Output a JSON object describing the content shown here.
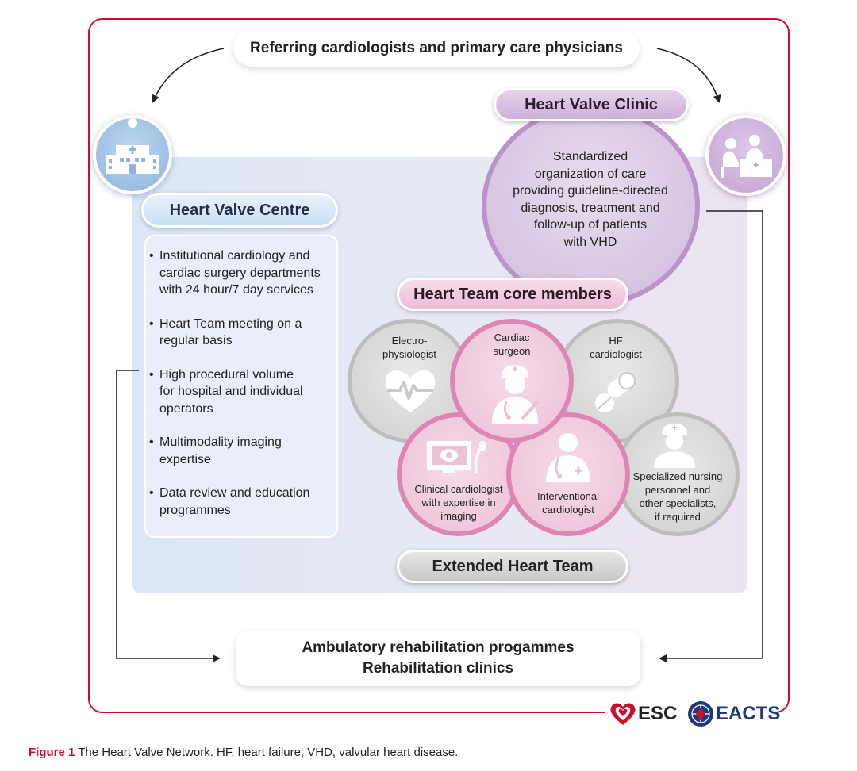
{
  "top_box": {
    "label": "Referring cardiologists and primary care physicians"
  },
  "heart_valve_clinic": {
    "title": "Heart Valve Clinic",
    "description_lines": [
      "Standardized",
      "organization of care",
      "providing guideline-directed",
      "diagnosis, treatment and",
      "follow-up of patients",
      "with VHD"
    ]
  },
  "heart_valve_centre": {
    "title": "Heart Valve Centre",
    "items": [
      {
        "lines": [
          "Institutional cardiology and",
          "cardiac surgery departments",
          "with 24 hour/7 day services"
        ]
      },
      {
        "lines": [
          "Heart Team meeting on a",
          "regular basis"
        ]
      },
      {
        "lines": [
          "High procedural volume",
          "for hospital and individual",
          "operators"
        ]
      },
      {
        "lines": [
          "Multimodality imaging",
          "expertise"
        ]
      },
      {
        "lines": [
          "Data review and education",
          "programmes"
        ]
      }
    ]
  },
  "heart_team": {
    "title": "Heart Team core members",
    "members": [
      {
        "lines": [
          "Electro-",
          "physiologist"
        ]
      },
      {
        "lines": [
          "Cardiac",
          "surgeon"
        ]
      },
      {
        "lines": [
          "HF",
          "cardiologist"
        ]
      },
      {
        "lines": [
          "Clinical cardiologist",
          "with expertise in",
          "imaging"
        ]
      },
      {
        "lines": [
          "Interventional",
          "cardiologist"
        ]
      },
      {
        "lines": [
          "Specialized nursing",
          "personnel and",
          "other specialists,",
          "if required"
        ]
      }
    ]
  },
  "extended_team": {
    "label": "Extended Heart Team"
  },
  "bottom_box": {
    "line1": "Ambulatory rehabilitation progammes",
    "line2": "Rehabilitation clinics"
  },
  "logos": {
    "esc": "ESC",
    "eacts": "EACTS"
  },
  "caption": {
    "label": "Figure 1",
    "text": " The Heart Valve Network. HF, heart failure; VHD, valvular heart disease."
  },
  "colors": {
    "frame": "#c8102e",
    "blue": "#cadff3",
    "purple": "#cdb0da",
    "pink": "#ecbcd5",
    "gray": "#c9c9c9"
  }
}
